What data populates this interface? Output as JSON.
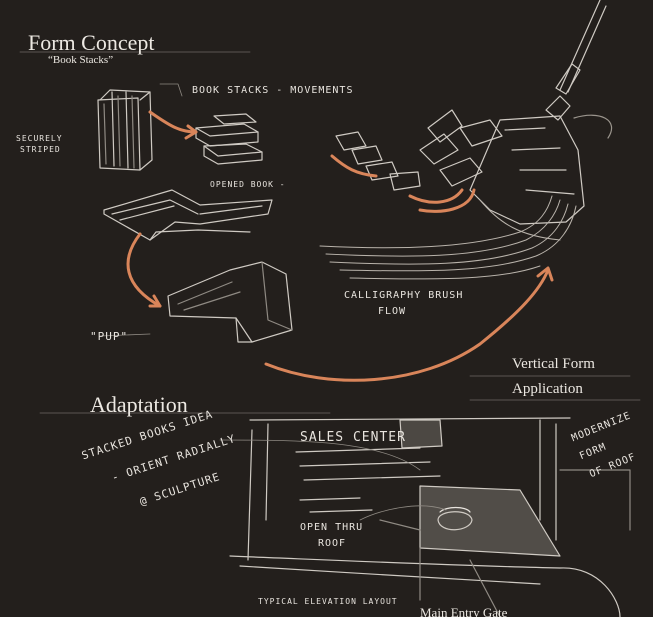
{
  "headings": {
    "form_concept": "Form Concept",
    "book_stacks": "“Book Stacks”",
    "adaptation": "Adaptation",
    "vertical_form": "Vertical Form",
    "application": "Application",
    "main_entry": "Main Entry Gate"
  },
  "notes": {
    "book_stacks_movements": "BOOK STACKS - MOVEMENTS",
    "securely_1": "SECURELY",
    "securely_2": "STRIPED",
    "opened_book": "OPENED BOOK -",
    "calligraphy_1": "CALLIGRAPHY BRUSH",
    "calligraphy_2": "FLOW",
    "pup": "\"PUP\"",
    "sales_center": "SALES CENTER",
    "stacked_1": "STACKED BOOKS IDEA",
    "stacked_2": "- ORIENT RADIALLY",
    "stacked_3": "@ SCULPTURE",
    "modernize_1": "MODERNIZE",
    "modernize_2": "FORM",
    "modernize_3": "OF ROOF",
    "open_thru_1": "OPEN THRU",
    "open_thru_2": "ROOF",
    "typical_elevation": "TYPICAL ELEVATION LAYOUT"
  },
  "colors": {
    "background": "#231f1c",
    "chalk": "#ece8e2",
    "arrow": "#d9855a"
  }
}
